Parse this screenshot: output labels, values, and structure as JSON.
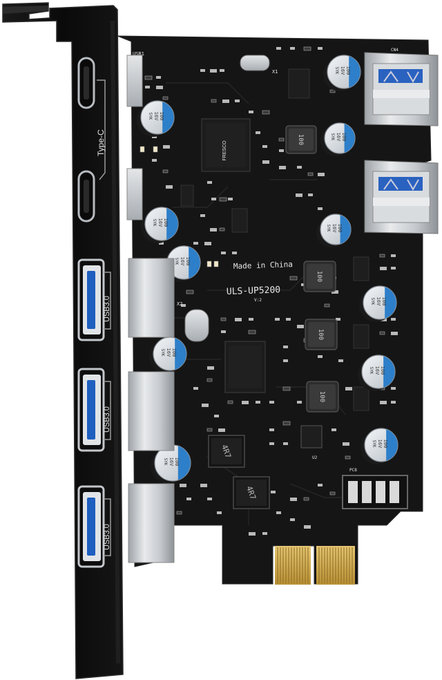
{
  "bracket_labels": {
    "type_c": "Type-C",
    "usb3_port_1": "USB3.0",
    "usb3_port_2": "USB3.0",
    "usb3_port_3": "USB3.0"
  },
  "pcb": {
    "origin_text": "Made in China",
    "model": "ULS-UP5200",
    "version": "V:2",
    "refs": {
      "usb1": "USB1",
      "cn4": "CN4",
      "x1": "X1",
      "x2": "X2",
      "u2": "U2",
      "pc8": "PC8"
    }
  },
  "components": {
    "capacitor_marking_value": "100",
    "capacitor_marking_voltage": "16V",
    "capacitor_marking_brand": "SYK",
    "inductor_marking": "100",
    "power_inductor_marking_1": "4R7",
    "power_inductor_marking_2": "4R7",
    "controller_brand": "FRESCO"
  },
  "colors": {
    "pcb": "#141414",
    "bracket": "#0c0c0c",
    "usb_blue": "#1f5fbf",
    "gold": "#d4b15a",
    "silver": "#cfd3d6",
    "capacitor_blue": "#2e7fc9"
  }
}
